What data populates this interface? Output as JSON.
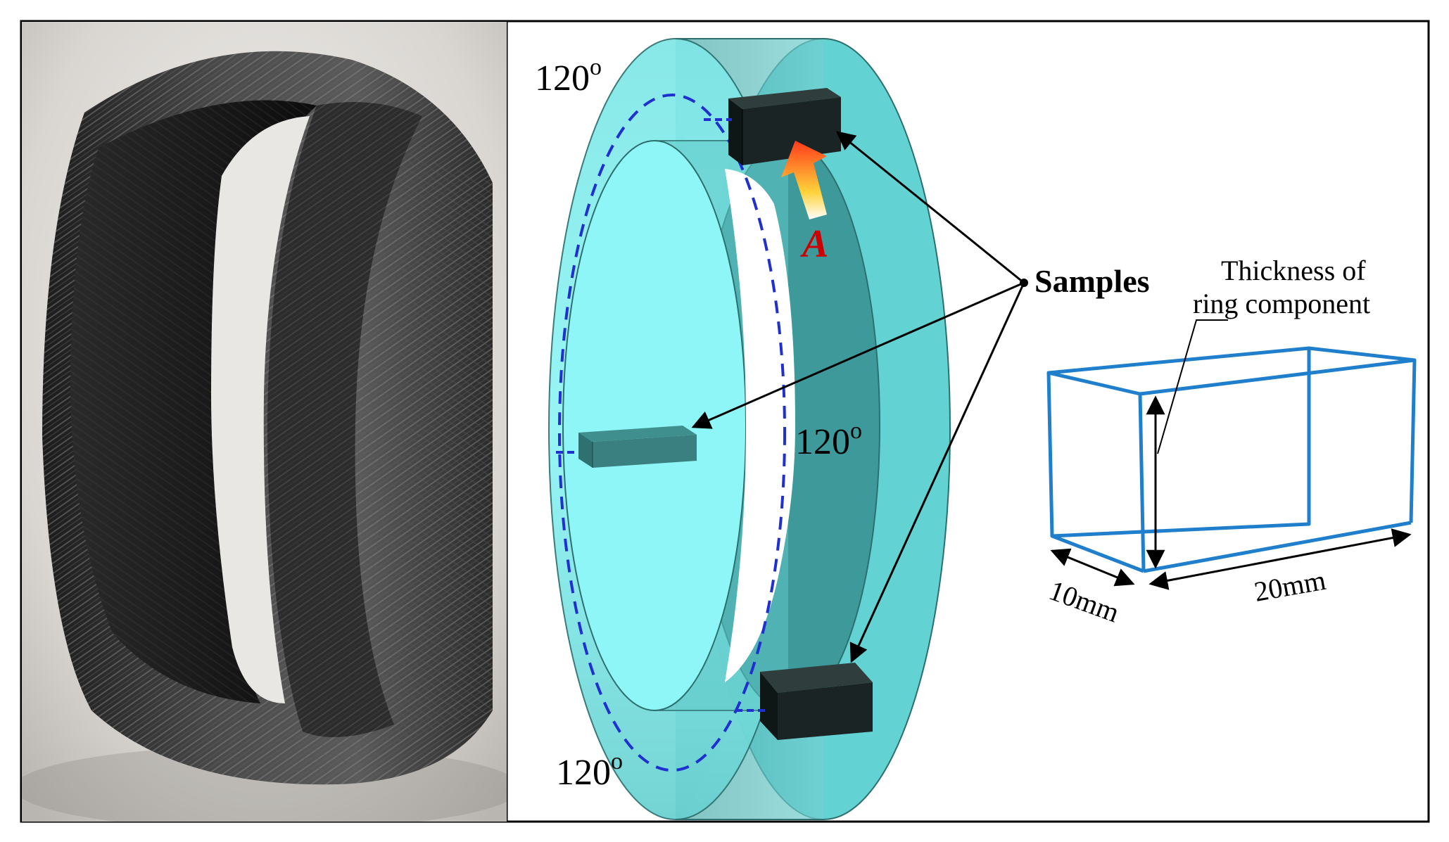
{
  "ring_diagram": {
    "angle_top": "120",
    "angle_middle": "120",
    "angle_bottom": "120",
    "angle_unit": "o",
    "arrow_label": "A",
    "samples_label": "Samples"
  },
  "sample_box": {
    "thickness_label_line1": "Thickness of",
    "thickness_label_line2": "ring component",
    "dim_width": "10mm",
    "dim_length": "20mm"
  },
  "colors": {
    "ring_fill": "#5fdcdc",
    "ring_dark": "#3a9c9c",
    "dashed_circle": "#1f2fd0",
    "box_outline": "#1f7fcc",
    "arrow_label": "#cc0000",
    "sample_block": "#1a2424"
  }
}
